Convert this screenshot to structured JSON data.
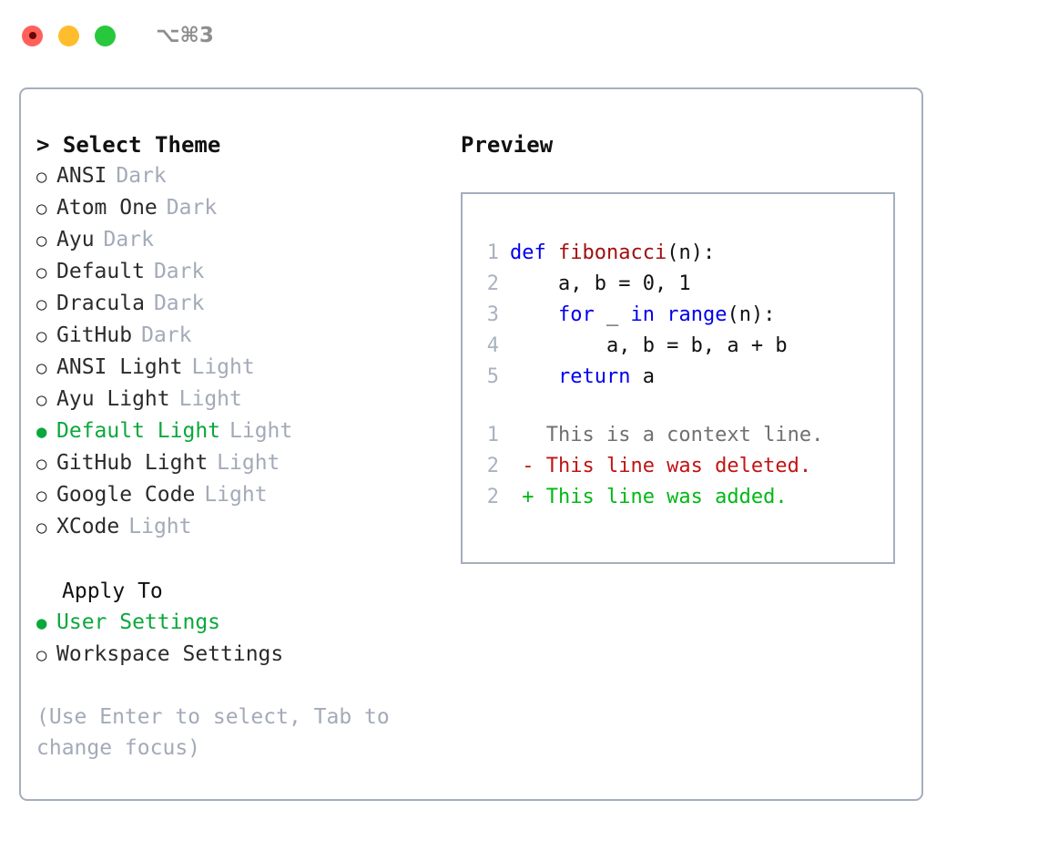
{
  "titlebar": {
    "lights": [
      {
        "name": "close",
        "color": "#ff6059"
      },
      {
        "name": "minimize",
        "color": "#ffbd2e"
      },
      {
        "name": "maximize",
        "color": "#28c83c"
      }
    ],
    "shortcut": "⌥⌘3"
  },
  "sidebar": {
    "header": "> Select Theme",
    "themes": [
      {
        "bullet": "○",
        "name": "ANSI",
        "tag": "Dark",
        "selected": false
      },
      {
        "bullet": "○",
        "name": "Atom One",
        "tag": "Dark",
        "selected": false
      },
      {
        "bullet": "○",
        "name": "Ayu",
        "tag": "Dark",
        "selected": false
      },
      {
        "bullet": "○",
        "name": "Default",
        "tag": "Dark",
        "selected": false
      },
      {
        "bullet": "○",
        "name": "Dracula",
        "tag": "Dark",
        "selected": false
      },
      {
        "bullet": "○",
        "name": "GitHub",
        "tag": "Dark",
        "selected": false
      },
      {
        "bullet": "○",
        "name": "ANSI Light",
        "tag": "Light",
        "selected": false
      },
      {
        "bullet": "○",
        "name": "Ayu Light",
        "tag": "Light",
        "selected": false
      },
      {
        "bullet": "●",
        "name": "Default Light",
        "tag": "Light",
        "selected": true
      },
      {
        "bullet": "○",
        "name": "GitHub Light",
        "tag": "Light",
        "selected": false
      },
      {
        "bullet": "○",
        "name": "Google Code",
        "tag": "Light",
        "selected": false
      },
      {
        "bullet": "○",
        "name": "XCode",
        "tag": "Light",
        "selected": false
      }
    ],
    "apply_header": "Apply To",
    "apply_options": [
      {
        "bullet": "●",
        "name": "User Settings",
        "selected": true
      },
      {
        "bullet": "○",
        "name": "Workspace Settings",
        "selected": false
      }
    ],
    "hint": "(Use Enter to select, Tab to change focus)"
  },
  "preview": {
    "title": "Preview",
    "code_lines": [
      {
        "no": "1",
        "tokens": [
          {
            "t": "def ",
            "c": "kw"
          },
          {
            "t": "fibonacci",
            "c": "fn"
          },
          {
            "t": "(n):",
            "c": "plain"
          }
        ]
      },
      {
        "no": "2",
        "tokens": [
          {
            "t": "    a, b = 0, 1",
            "c": "plain"
          }
        ]
      },
      {
        "no": "3",
        "tokens": [
          {
            "t": "    ",
            "c": "plain"
          },
          {
            "t": "for",
            "c": "kw"
          },
          {
            "t": " _ ",
            "c": "plain"
          },
          {
            "t": "in",
            "c": "kw"
          },
          {
            "t": " ",
            "c": "plain"
          },
          {
            "t": "range",
            "c": "kw"
          },
          {
            "t": "(n):",
            "c": "plain"
          }
        ]
      },
      {
        "no": "4",
        "tokens": [
          {
            "t": "        a, b = b, a + b",
            "c": "plain"
          }
        ]
      },
      {
        "no": "5",
        "tokens": [
          {
            "t": "    ",
            "c": "plain"
          },
          {
            "t": "return",
            "c": "kw"
          },
          {
            "t": " a",
            "c": "plain"
          }
        ]
      }
    ],
    "diff_lines": [
      {
        "no": "1",
        "tokens": [
          {
            "t": "   This is a context line.",
            "c": "ctx"
          }
        ]
      },
      {
        "no": "2",
        "tokens": [
          {
            "t": " - This line was deleted.",
            "c": "del"
          }
        ]
      },
      {
        "no": "2",
        "tokens": [
          {
            "t": " + This line was added.",
            "c": "add"
          }
        ]
      }
    ]
  },
  "colors": {
    "accent_green": "#0aa83c",
    "muted": "#a3aab8",
    "border": "#a4aebd",
    "keyword": "#0000ee",
    "function": "#a10f0f",
    "diff_add": "#00b915",
    "diff_del": "#c01414"
  }
}
